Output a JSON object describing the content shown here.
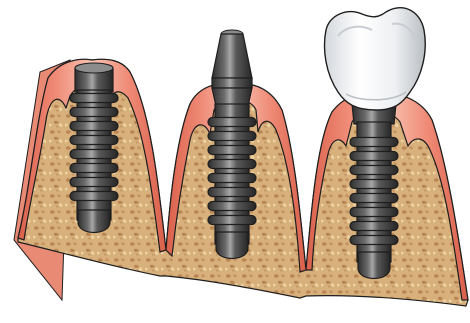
{
  "scene": {
    "stages": [
      {
        "id": "implant-post",
        "parts": [
          "gum",
          "bone",
          "implant-screw"
        ]
      },
      {
        "id": "implant-with-abutment",
        "parts": [
          "gum",
          "bone",
          "implant-screw",
          "abutment"
        ]
      },
      {
        "id": "implant-with-crown",
        "parts": [
          "gum",
          "bone",
          "implant-screw",
          "abutment",
          "crown"
        ]
      }
    ]
  },
  "colors": {
    "background": "#ffffff",
    "gum_outer": "#ef8a76",
    "gum_highlight": "#f9c3b2",
    "gum_shadow": "#d9604b",
    "bone_base": "#d8b07c",
    "bone_spots": "#b98654",
    "bone_light": "#ecd3a3",
    "implant_dark": "#3b3b3b",
    "implant_mid": "#6a6a6a",
    "implant_light": "#a7a7a7",
    "crown_white": "#f6f7f8",
    "crown_shade": "#c9cdd1",
    "outline": "#1e1e1e"
  },
  "icons": [
    "implant-screw-icon",
    "abutment-icon",
    "crown-icon"
  ]
}
